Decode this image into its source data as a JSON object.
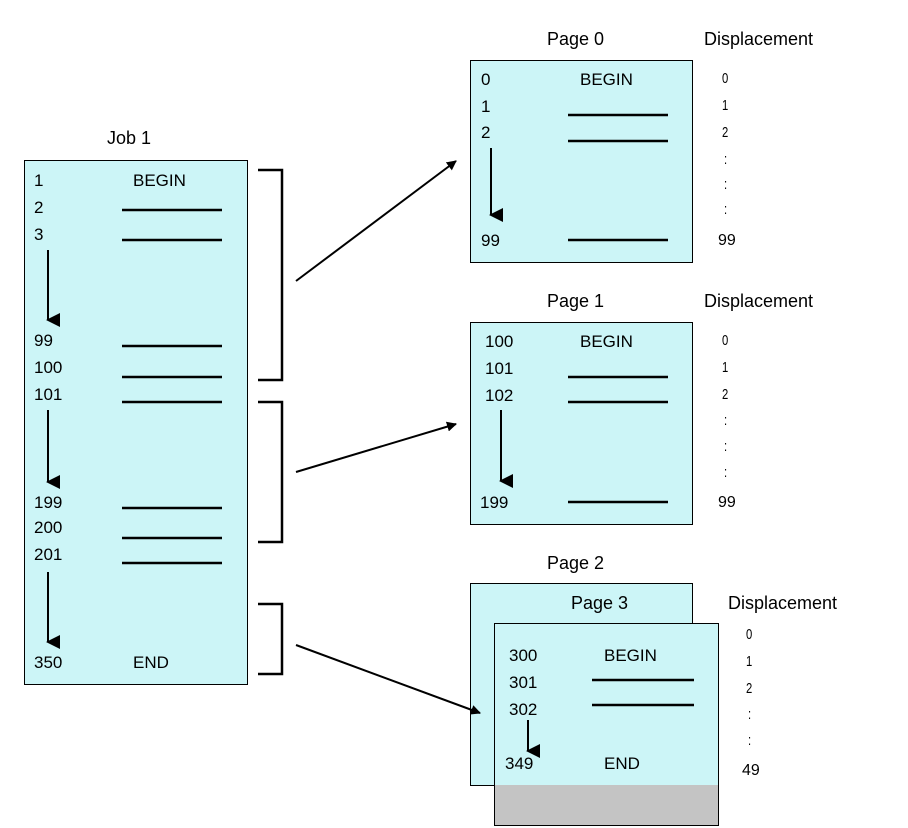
{
  "job": {
    "title": "Job 1",
    "lines": [
      {
        "num": "1",
        "label": "BEGIN"
      },
      {
        "num": "2",
        "label": ""
      },
      {
        "num": "3",
        "label": ""
      },
      {
        "num": "99",
        "label": ""
      },
      {
        "num": "100",
        "label": ""
      },
      {
        "num": "101",
        "label": ""
      },
      {
        "num": "199",
        "label": ""
      },
      {
        "num": "200",
        "label": ""
      },
      {
        "num": "201",
        "label": ""
      },
      {
        "num": "350",
        "label": "END"
      }
    ]
  },
  "pages": [
    {
      "title": "Page 0",
      "disp_title": "Displacement",
      "lines": [
        {
          "num": "0",
          "label": "BEGIN"
        },
        {
          "num": "1",
          "label": ""
        },
        {
          "num": "2",
          "label": ""
        },
        {
          "num": "99",
          "label": ""
        }
      ],
      "displacements": [
        "0",
        "1",
        "2",
        ":",
        ":",
        ":",
        "99"
      ]
    },
    {
      "title": "Page 1",
      "disp_title": "Displacement",
      "lines": [
        {
          "num": "100",
          "label": "BEGIN"
        },
        {
          "num": "101",
          "label": ""
        },
        {
          "num": "102",
          "label": ""
        },
        {
          "num": "199",
          "label": ""
        }
      ],
      "displacements": [
        "0",
        "1",
        "2",
        ":",
        ":",
        ":",
        "99"
      ]
    },
    {
      "title": "Page 2",
      "disp_title": "",
      "lines": [],
      "displacements": []
    },
    {
      "title": "Page 3",
      "disp_title": "Displacement",
      "lines": [
        {
          "num": "300",
          "label": "BEGIN"
        },
        {
          "num": "301",
          "label": ""
        },
        {
          "num": "302",
          "label": ""
        },
        {
          "num": "349",
          "label": "END"
        }
      ],
      "displacements": [
        "0",
        "1",
        "2",
        ":",
        ":",
        "49"
      ]
    }
  ]
}
